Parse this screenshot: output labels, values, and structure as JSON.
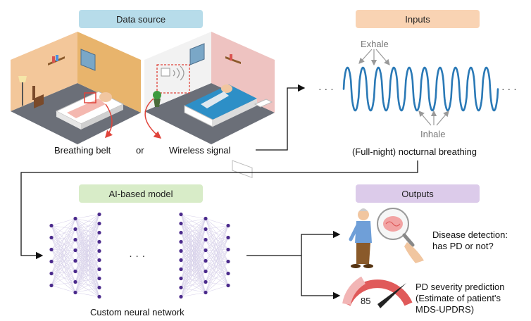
{
  "sections": {
    "data_source": "Data source",
    "inputs": "Inputs",
    "model": "AI-based model",
    "outputs": "Outputs"
  },
  "labels": {
    "breathing_belt": "Breathing belt",
    "or": "or",
    "wireless_signal": "Wireless signal",
    "exhale": "Exhale",
    "inhale": "Inhale",
    "nocturnal": "(Full-night) nocturnal breathing",
    "network": "Custom neural network",
    "detection_line1": "Disease detection:",
    "detection_line2": "has PD or not?",
    "severity_line1": "PD severity prediction",
    "severity_line2": "(Estimate of patient's",
    "severity_line3": "MDS-UPDRS)",
    "gauge_value": "85"
  },
  "colors": {
    "data_source_pill": "#b7dcea",
    "inputs_pill": "#f9d3b3",
    "model_pill": "#d8ecc8",
    "outputs_pill": "#dccbea",
    "wave": "#2a79b6",
    "highlight": "#e0433a"
  }
}
